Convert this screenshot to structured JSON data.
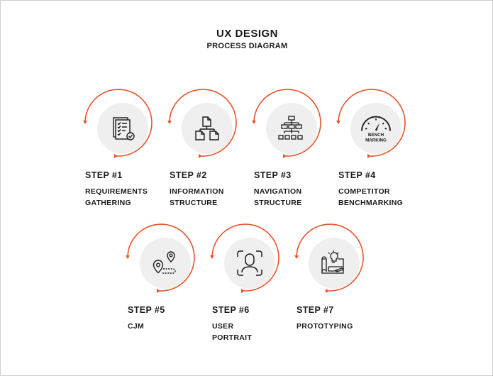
{
  "header": {
    "title": "UX DESIGN",
    "subtitle": "PROCESS DIAGRAM"
  },
  "colors": {
    "accent": "#e8532b",
    "disc": "#efefef",
    "text": "#1a1a1a"
  },
  "steps": [
    {
      "number": "STEP #1",
      "line1": "REQUIREMENTS",
      "line2": "GATHERING",
      "icon": "checklist-icon"
    },
    {
      "number": "STEP #2",
      "line1": "INFORMATION",
      "line2": "STRUCTURE",
      "icon": "document-structure-icon"
    },
    {
      "number": "STEP #3",
      "line1": "NAVIGATION",
      "line2": "STRUCTURE",
      "icon": "sitemap-icon"
    },
    {
      "number": "STEP #4",
      "line1": "COMPETITOR",
      "line2": "BENCHMARKING",
      "icon": "speedometer-icon",
      "icon_text1": "BENCH",
      "icon_text2": "MARKING"
    },
    {
      "number": "STEP #5",
      "line1": "CJM",
      "line2": "",
      "icon": "map-route-icon"
    },
    {
      "number": "STEP #6",
      "line1": "USER",
      "line2": "PORTRAIT",
      "icon": "face-scan-icon"
    },
    {
      "number": "STEP #7",
      "line1": "PROTOTYPING",
      "line2": "",
      "icon": "blueprint-idea-icon"
    }
  ]
}
